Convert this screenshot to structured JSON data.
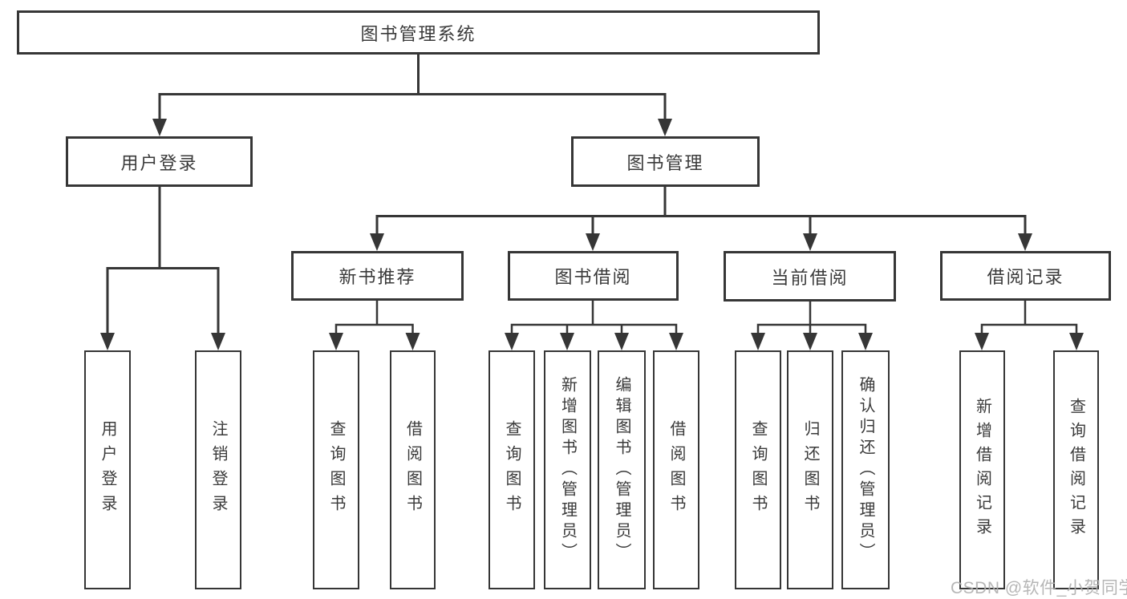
{
  "tree": {
    "root": {
      "label": "图书管理系统"
    },
    "branches": [
      {
        "label": "用户登录",
        "children": [
          {
            "label": "用户登录"
          },
          {
            "label": "注销登录"
          }
        ]
      },
      {
        "label": "图书管理",
        "children": [
          {
            "label": "新书推荐",
            "children": [
              {
                "label": "查询图书"
              },
              {
                "label": "借阅图书"
              }
            ]
          },
          {
            "label": "图书借阅",
            "children": [
              {
                "label": "查询图书"
              },
              {
                "label": "新增图书（管理员）"
              },
              {
                "label": "编辑图书（管理员）"
              },
              {
                "label": "借阅图书"
              }
            ]
          },
          {
            "label": "当前借阅",
            "children": [
              {
                "label": "查询图书"
              },
              {
                "label": "归还图书"
              },
              {
                "label": "确认归还（管理员）"
              }
            ]
          },
          {
            "label": "借阅记录",
            "children": [
              {
                "label": "新增借阅记录"
              },
              {
                "label": "查询借阅记录"
              }
            ]
          }
        ]
      }
    ]
  },
  "watermark": {
    "text": "CSDN @软件_小贺同学"
  },
  "colors": {
    "line": "#363636",
    "box_border": "#363636",
    "text": "#3a3a3a",
    "watermark": "#b0b0b0",
    "background": "#ffffff"
  }
}
